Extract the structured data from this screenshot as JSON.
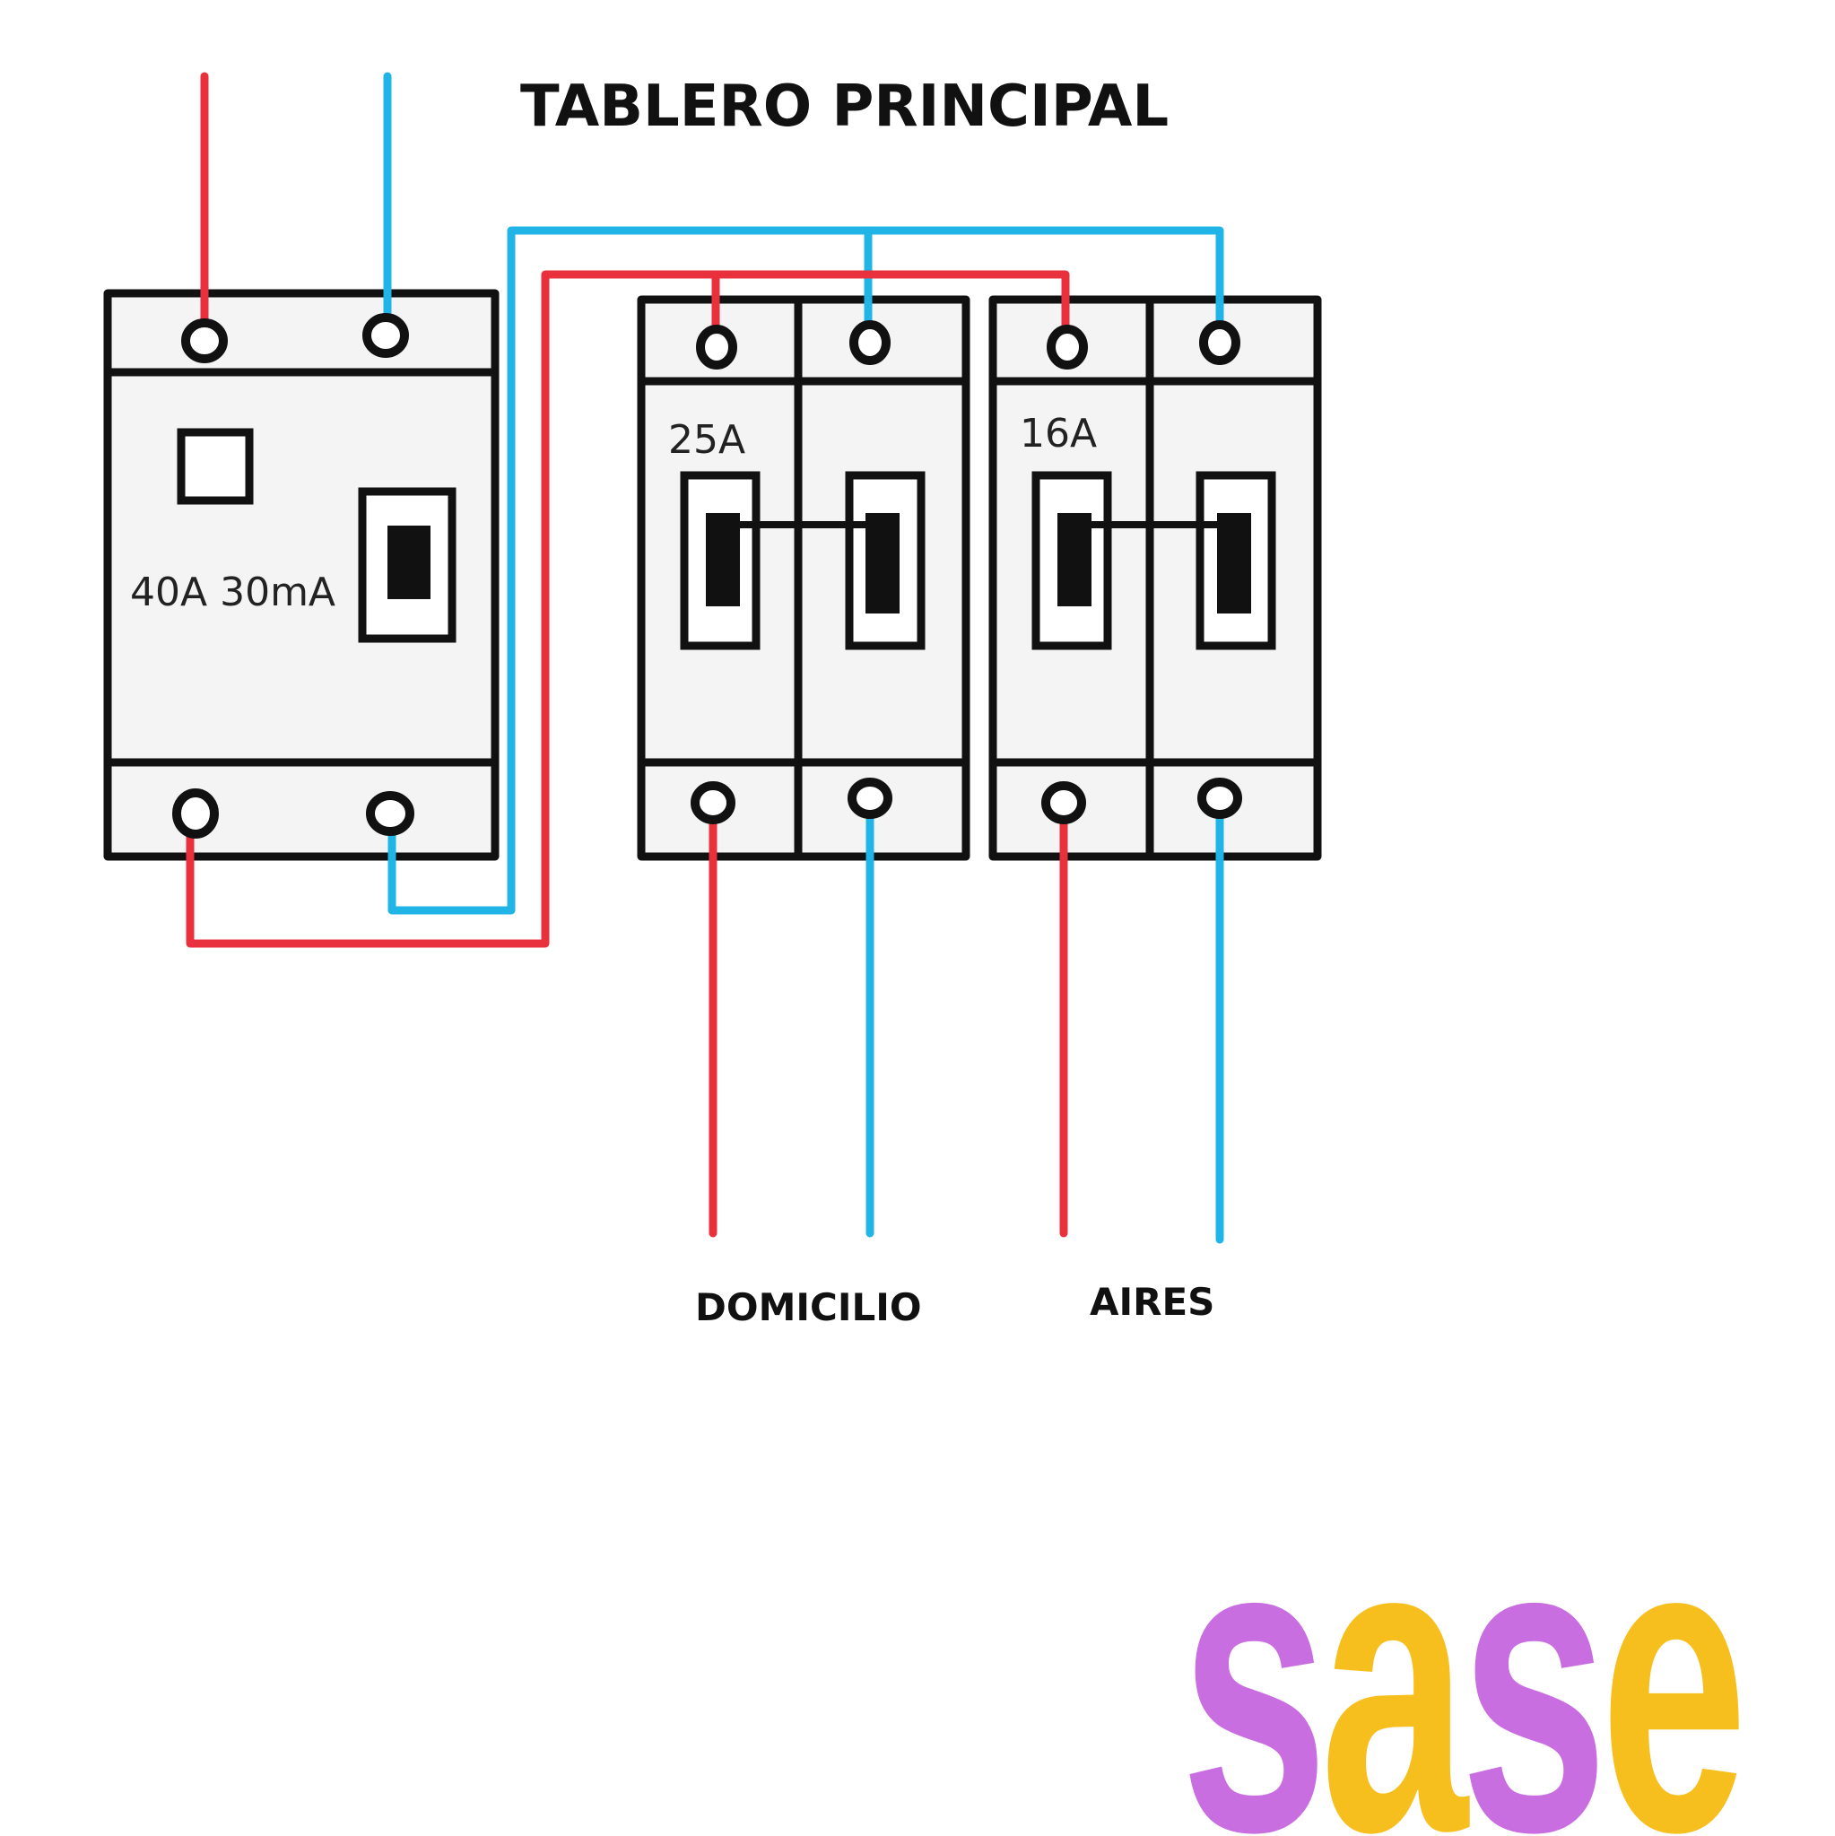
{
  "title": "TABLERO PRINCIPAL",
  "colors": {
    "phase": "#e8313c",
    "neutral": "#21b4e6",
    "outline": "#111111",
    "logo_purple": "#c86ee0",
    "logo_yellow": "#f7bf1e"
  },
  "devices": {
    "rcd": {
      "rating_label": "40A 30mA"
    },
    "breaker_1": {
      "rating_label": "25A"
    },
    "breaker_2": {
      "rating_label": "16A"
    }
  },
  "outputs": {
    "circuit_1": "DOMICILIO",
    "circuit_2": "AIRES"
  },
  "logo": {
    "letters": [
      {
        "char": "s",
        "color": "#c86ee0"
      },
      {
        "char": "a",
        "color": "#f7bf1e"
      },
      {
        "char": "s",
        "color": "#c86ee0"
      },
      {
        "char": "e",
        "color": "#f7bf1e"
      }
    ]
  }
}
